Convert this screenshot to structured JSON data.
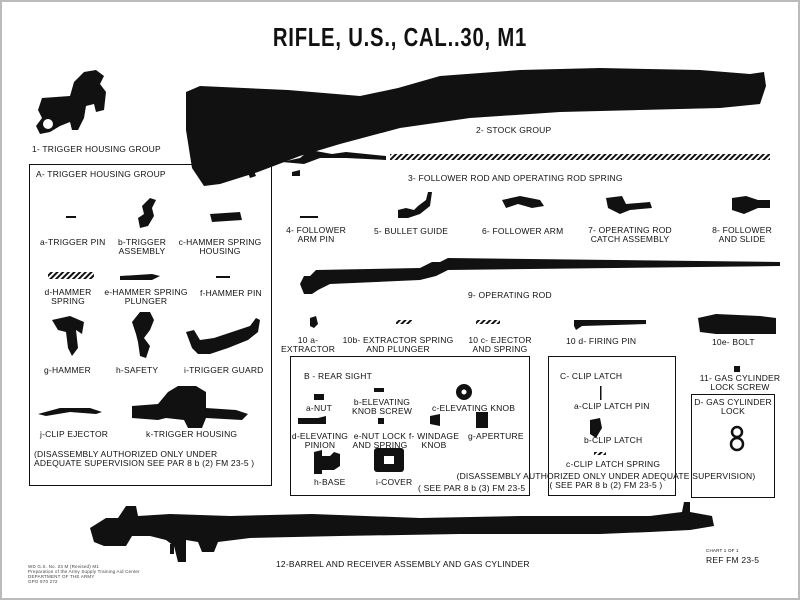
{
  "title": "RIFLE, U.S., CAL..30, M1",
  "labels": {
    "trigger_housing_group": "1- TRIGGER HOUSING GROUP",
    "stock_group": "2- STOCK GROUP",
    "follower_rod": "3- FOLLOWER ROD AND OPERATING ROD SPRING",
    "follower_arm_pin": [
      "4- FOLLOWER",
      "ARM PIN"
    ],
    "bullet_guide": "5- BULLET GUIDE",
    "follower_arm": "6- FOLLOWER ARM",
    "op_rod_catch": [
      "7- OPERATING ROD",
      "CATCH ASSEMBLY"
    ],
    "follower_slide": [
      "8- FOLLOWER",
      "AND SLIDE"
    ],
    "operating_rod": "9- OPERATING ROD",
    "extractor": [
      "10 a-",
      "EXTRACTOR"
    ],
    "extractor_spring": [
      "10b- EXTRACTOR SPRING",
      "AND PLUNGER"
    ],
    "ejector": [
      "10 c- EJECTOR",
      "AND SPRING"
    ],
    "firing_pin": "10 d- FIRING PIN",
    "bolt": "10e- BOLT",
    "gas_lock_screw": [
      "11- GAS CYLINDER",
      "LOCK SCREW"
    ],
    "barrel": "12-BARREL AND RECEIVER ASSEMBLY AND GAS CYLINDER"
  },
  "box_a": {
    "heading": "A- TRIGGER HOUSING GROUP",
    "items": {
      "a": "a-TRIGGER PIN",
      "b": [
        "b-TRIGGER",
        "ASSEMBLY"
      ],
      "c": [
        "c-HAMMER SPRING",
        "HOUSING"
      ],
      "d": [
        "d-HAMMER",
        "SPRING"
      ],
      "e": [
        "e-HAMMER SPRING",
        "PLUNGER"
      ],
      "f": "f-HAMMER PIN",
      "g": "g-HAMMER",
      "h": "h-SAFETY",
      "i": "i-TRIGGER GUARD",
      "j": "j-CLIP EJECTOR",
      "k": "k-TRIGGER HOUSING"
    },
    "note": [
      "(DISASSEMBLY AUTHORIZED ONLY UNDER",
      "ADEQUATE SUPERVISION    SEE PAR 8 b (2) FM 23-5 )"
    ]
  },
  "box_b": {
    "heading": "B - REAR SIGHT",
    "items": {
      "a": "a-NUT",
      "b": [
        "b-ELEVATING",
        "KNOB SCREW"
      ],
      "c": "c-ELEVATING KNOB",
      "d": [
        "d-ELEVATING",
        "PINION"
      ],
      "e": [
        "e-NUT LOCK",
        "AND SPRING"
      ],
      "f": [
        "f- WINDAGE",
        "KNOB"
      ],
      "g": "g-APERTURE",
      "h": "h-BASE",
      "i": "i-COVER"
    },
    "note": "( SEE PAR 8 b (3) FM 23-5"
  },
  "box_c": {
    "heading": "C- CLIP LATCH",
    "items": {
      "a": "a-CLIP LATCH PIN",
      "b": "b-CLIP LATCH",
      "c": "c-CLIP LATCH SPRING"
    },
    "note": [
      "(DISASSEMBLY AUTHORIZED ONLY UNDER ADEQUATE  SUPERVISION)",
      "( SEE PAR 8 b (2) FM 23-5 )"
    ]
  },
  "box_d": {
    "heading": [
      "D- GAS CYLINDER",
      "LOCK"
    ]
  },
  "footer": {
    "chart": "CHART 1 OF 1",
    "ref": "REF    FM 23-5",
    "fine_print": [
      "WD G.S. No. 23 M (Revised) M1",
      "Preparation of the Army Supply Training Aid Center",
      "DEPARTMENT OF THE ARMY",
      "GPO 970 272"
    ]
  },
  "colors": {
    "ink": "#111111",
    "paper": "#ffffff"
  }
}
